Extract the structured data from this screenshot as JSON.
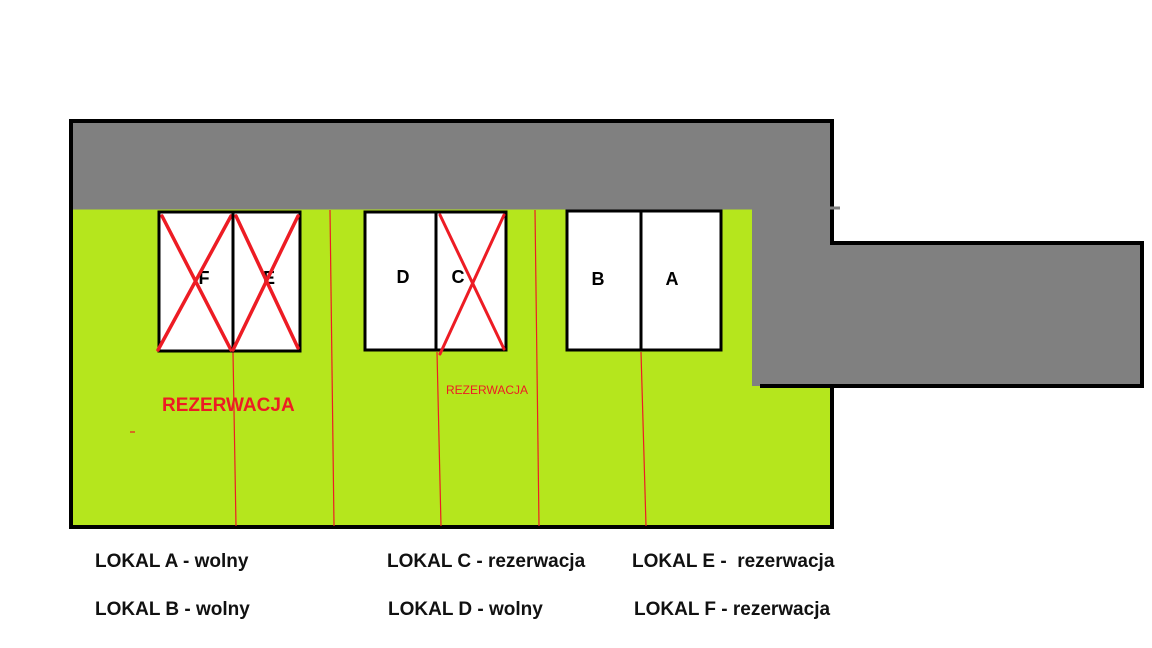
{
  "colors": {
    "building": "#808080",
    "plot": "#b5e61d",
    "outline": "#000000",
    "unit_fill": "#ffffff",
    "reserved_mark": "#ed1c24"
  },
  "units": {
    "A": {
      "label": "A",
      "reserved": false
    },
    "B": {
      "label": "B",
      "reserved": false
    },
    "C": {
      "label": "C",
      "reserved": true
    },
    "D": {
      "label": "D",
      "reserved": false
    },
    "E": {
      "label": "E",
      "reserved": true
    },
    "F": {
      "label": "F",
      "reserved": true
    }
  },
  "plan_labels": {
    "reservation_big": "REZERWACJA",
    "reservation_small": "REZERWACJA"
  },
  "legend": {
    "a": "LOKAL A - wolny",
    "b": "LOKAL B - wolny",
    "c": "LOKAL C - rezerwacja",
    "d": "LOKAL D - wolny",
    "e": "LOKAL E -  rezerwacja",
    "f": "LOKAL F - rezerwacja"
  }
}
